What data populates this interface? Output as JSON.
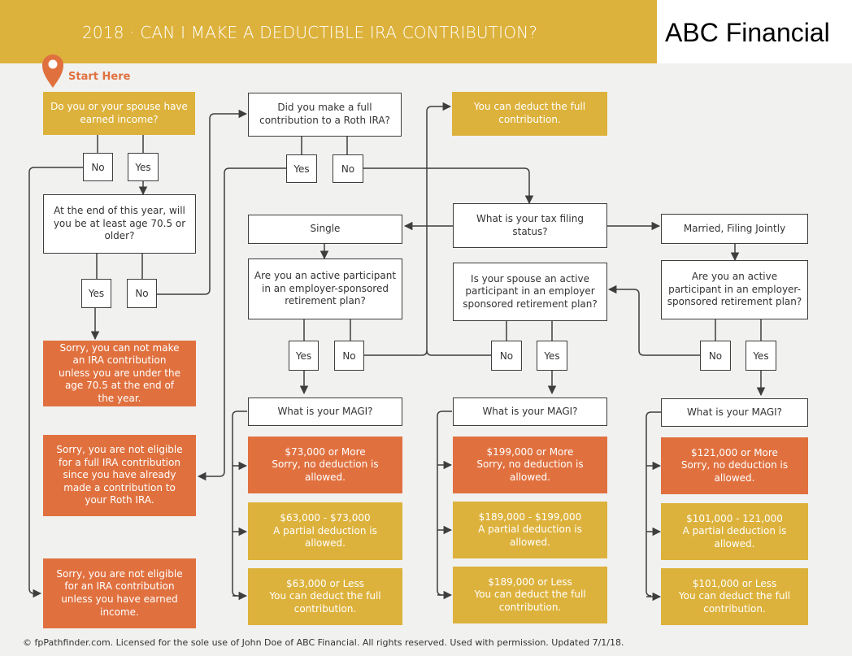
{
  "header": {
    "title": "2018 · CAN I MAKE A DEDUCTIBLE IRA CONTRIBUTION?",
    "brand": "ABC Financial"
  },
  "start_label": "Start Here",
  "questions": {
    "earned_income": "Do you or your spouse have earned income?",
    "age": "At the end of this year, will you be at least age 70.5 or older?",
    "roth": "Did you make a full contribution to a Roth IRA?",
    "filing": "What is your tax filing status?",
    "single": "Single",
    "mfj": "Married, Filing Jointly",
    "active_single": "Are you an active participant in an employer-sponsored retirement plan?",
    "spouse_active": "Is your spouse an active participant in an employer sponsored retirement plan?",
    "active_mfj": "Are you an active participant in an employer-sponsored retirement plan?",
    "magi": "What is your MAGI?"
  },
  "answers": {
    "yes": "Yes",
    "no": "No"
  },
  "outcomes": {
    "full_top": "You can deduct the full contribution.",
    "age_sorry": "Sorry, you can not make an IRA contribution unless you are under the age 70.5 at the end of the year.",
    "roth_sorry": "Sorry, you are not eligible for a full IRA contribution since you have already made a contribution to your Roth IRA.",
    "earned_sorry": "Sorry, you are not eligible for an IRA contribution unless you have earned income."
  },
  "tiers": [
    {
      "high_range": "$73,000 or More",
      "high_text": "Sorry, no deduction is allowed.",
      "mid_range": "$63,000 - $73,000",
      "mid_text": "A partial deduction is allowed.",
      "low_range": "$63,000 or Less",
      "low_text": "You can deduct the full contribution."
    },
    {
      "high_range": "$199,000 or More",
      "high_text": "Sorry, no deduction is allowed.",
      "mid_range": "$189,000 - $199,000",
      "mid_text": "A partial deduction is allowed.",
      "low_range": "$189,000 or Less",
      "low_text": "You can deduct the full contribution."
    },
    {
      "high_range": "$121,000 or More",
      "high_text": "Sorry, no deduction is allowed.",
      "mid_range": "$101,000 - 121,000",
      "mid_text": "A partial deduction is allowed.",
      "low_range": "$101,000 or Less",
      "low_text": "You can deduct the full contribution."
    }
  ],
  "footer": "© fpPathfinder.com. Licensed for the sole use of John Doe of ABC Financial. All rights reserved. Used with permission. Updated 7/1/18.",
  "colors": {
    "gold": "#ddb23c",
    "orange": "#e0713f",
    "line": "#3e3e3e",
    "background": "#f1f1f0"
  }
}
